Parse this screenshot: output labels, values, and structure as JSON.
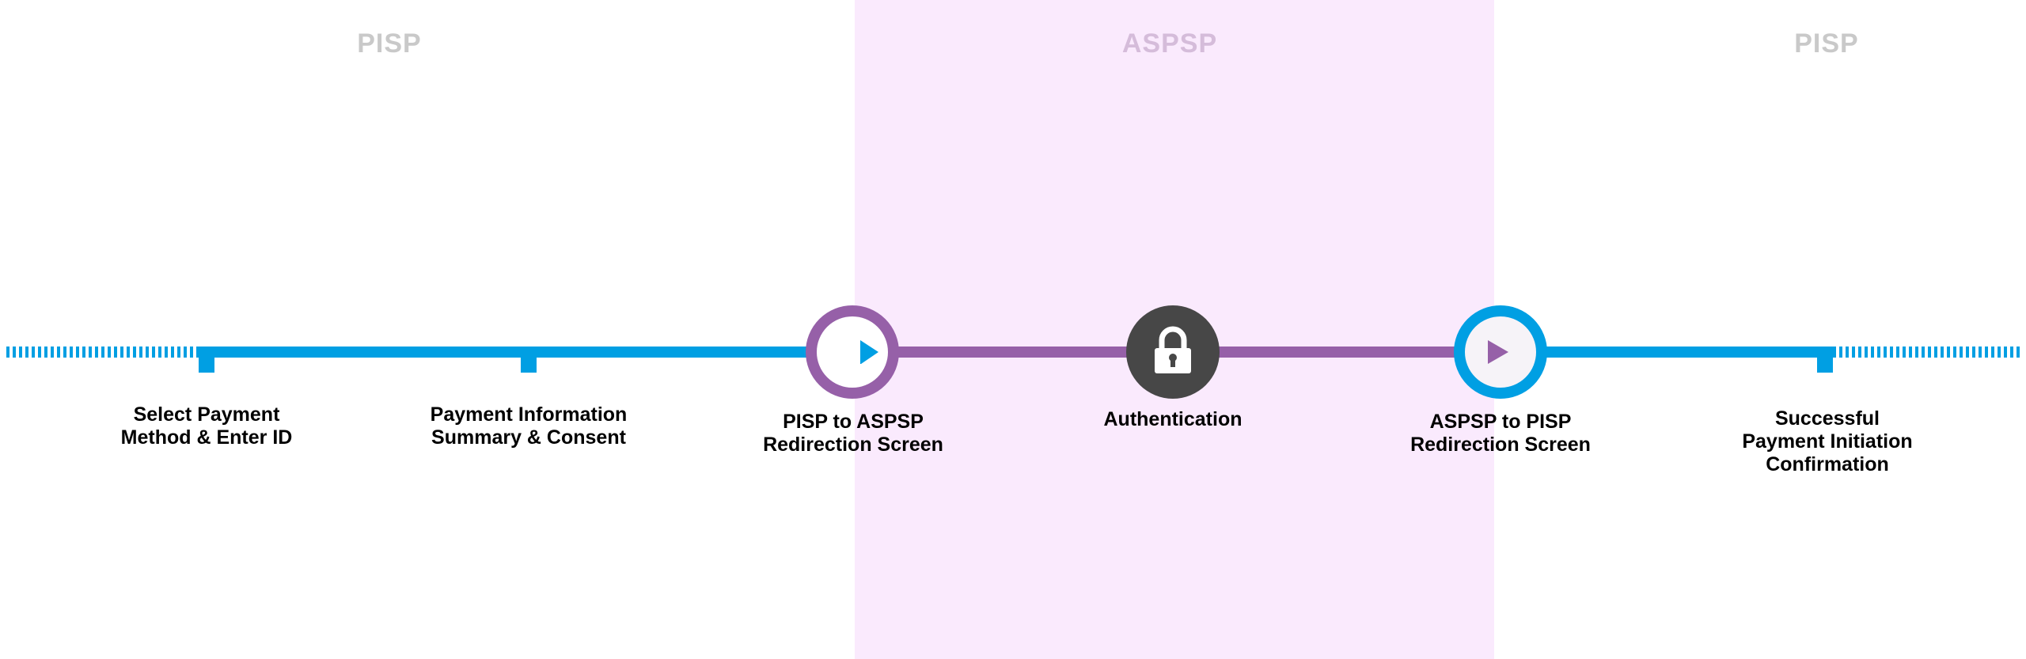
{
  "zones": {
    "left": "PISP",
    "middle": "ASPSP",
    "right": "PISP"
  },
  "steps": [
    {
      "line1": "Select Payment",
      "line2": "Method & Enter ID"
    },
    {
      "line1": "Payment Information",
      "line2": "Summary & Consent"
    },
    {
      "line1": "PISP to ASPSP",
      "line2": "Redirection Screen"
    },
    {
      "line1": "Authentication"
    },
    {
      "line1": "ASPSP to PISP",
      "line2": "Redirection Screen"
    },
    {
      "line1": "Successful",
      "line2": "Payment Initiation",
      "line3": "Confirmation"
    }
  ],
  "colors": {
    "pisp_line": "#009fe3",
    "aspsp_line": "#9660a8",
    "auth_node": "#474747",
    "aspsp_zone": "#faeafd"
  },
  "icons": {
    "authentication": "lock-icon"
  }
}
